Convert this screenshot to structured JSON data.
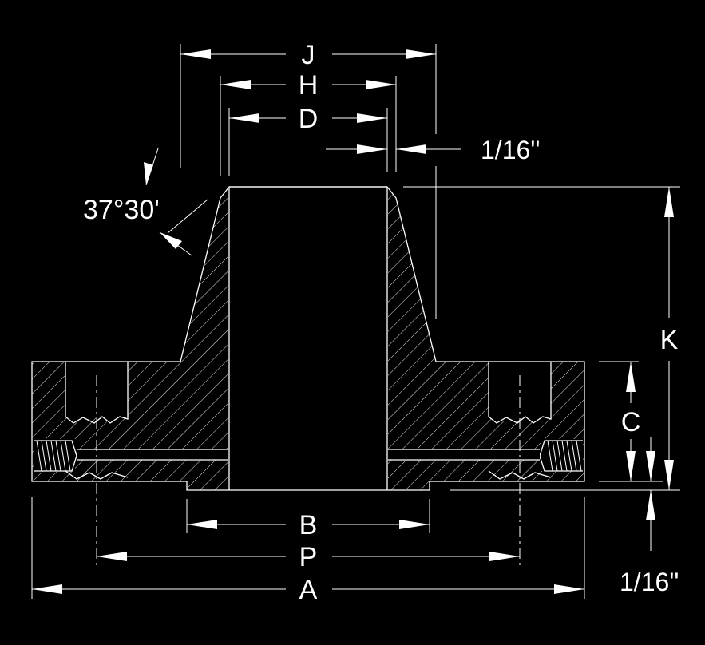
{
  "drawing": {
    "background": "#000000",
    "line_color": "#ffffff"
  },
  "labels": {
    "j": "J",
    "h": "H",
    "d": "D",
    "gap_top": "1/16''",
    "angle": "37°30'",
    "k": "K",
    "c": "C",
    "b": "B",
    "p": "P",
    "a": "A",
    "gap_bottom": "1/16''"
  }
}
